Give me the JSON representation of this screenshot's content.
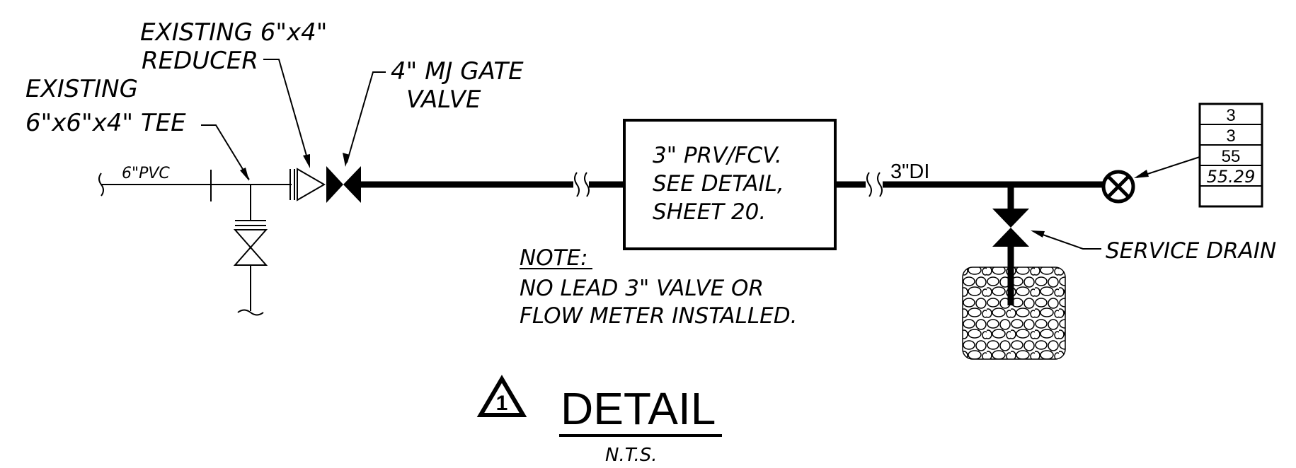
{
  "labels": {
    "tee_line1": "EXISTING",
    "tee_line2": "6\"x6\"x4\" TEE",
    "reducer_line1": "EXISTING 6\"x4\"",
    "reducer_line2": "REDUCER",
    "gate_valve_line1": "4\" MJ GATE",
    "gate_valve_line2": "VALVE",
    "pipe_6": "6\"PVC",
    "pipe_3": "3\"DI",
    "prv_line1": "3\" PRV/FCV.",
    "prv_line2": "SEE DETAIL,",
    "prv_line3": "SHEET 20.",
    "note_heading": "NOTE:",
    "note_line1": "NO LEAD 3\" VALVE OR",
    "note_line2": "FLOW METER INSTALLED.",
    "service_drain": "SERVICE DRAIN"
  },
  "tag_table": [
    "3",
    "3",
    "55",
    "55.29",
    ""
  ],
  "title": {
    "revision_mark": "1",
    "text": "DETAIL",
    "scale": "N.T.S."
  }
}
